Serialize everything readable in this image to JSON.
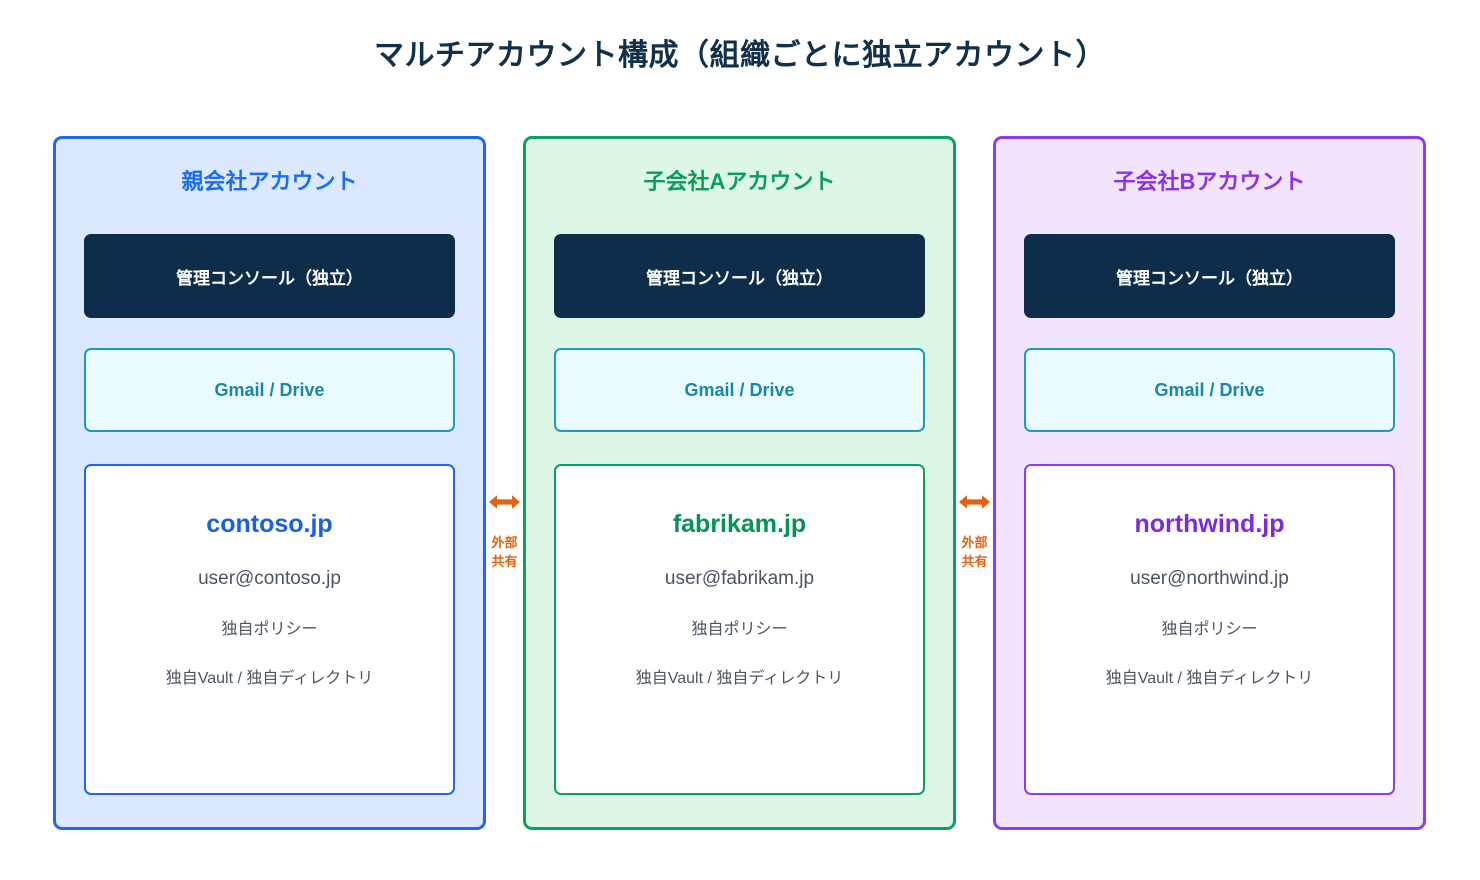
{
  "diagram": {
    "title": "マルチアカウント構成（組織ごとに独立アカウント）"
  },
  "columns": [
    {
      "theme": "blue",
      "accent": "#2366ea",
      "title": "親会社アカウント",
      "console_label": "管理コンソール（独立）",
      "service_label": "Gmail / Drive",
      "domain": "contoso.jp",
      "email": "user@contoso.jp",
      "policy": "独自ポリシー",
      "extra": "独自Vault / 独自ディレクトリ"
    },
    {
      "theme": "green",
      "accent": "#0ca05e",
      "title": "子会社Aアカウント",
      "console_label": "管理コンソール（独立）",
      "service_label": "Gmail / Drive",
      "domain": "fabrikam.jp",
      "email": "user@fabrikam.jp",
      "policy": "独自ポリシー",
      "extra": "独自Vault / 独自ディレクトリ"
    },
    {
      "theme": "purple",
      "accent": "#8b3ef0",
      "title": "子会社Bアカウント",
      "console_label": "管理コンソール（独立）",
      "service_label": "Gmail / Drive",
      "domain": "northwind.jp",
      "email": "user@northwind.jp",
      "policy": "独自ポリシー",
      "extra": "独自Vault / 独自ディレクトリ"
    }
  ],
  "connectors": [
    {
      "icon": "double-arrow-horizontal-icon",
      "label_line1": "外部",
      "label_line2": "共有",
      "color": "#e4620f"
    },
    {
      "icon": "double-arrow-horizontal-icon",
      "label_line1": "外部",
      "label_line2": "共有",
      "color": "#e4620f"
    }
  ]
}
